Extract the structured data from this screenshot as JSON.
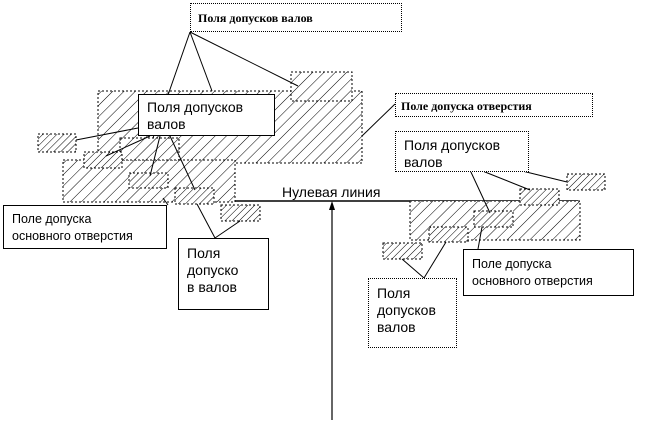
{
  "labels": {
    "shaft_fields_top": "Поля допусков валов",
    "hole_field": "Поле допуска отверстия",
    "shaft_fields_inner": [
      "Поля допусков",
      "валов"
    ],
    "shaft_fields_right": [
      "Поля допусков",
      "валов"
    ],
    "basic_hole_left": [
      "Поле допуска",
      "основного отверстия"
    ],
    "shaft_fields_bottom_left": [
      "Поля",
      "допуско",
      "в валов"
    ],
    "basic_hole_right": [
      "Поле допуска",
      "основного отверстия"
    ],
    "shaft_fields_bottom_right": [
      "Поля",
      "допусков",
      "валов"
    ],
    "zero_line": "Нулевая линия"
  },
  "colors": {
    "line": "#000000",
    "background": "#ffffff"
  }
}
